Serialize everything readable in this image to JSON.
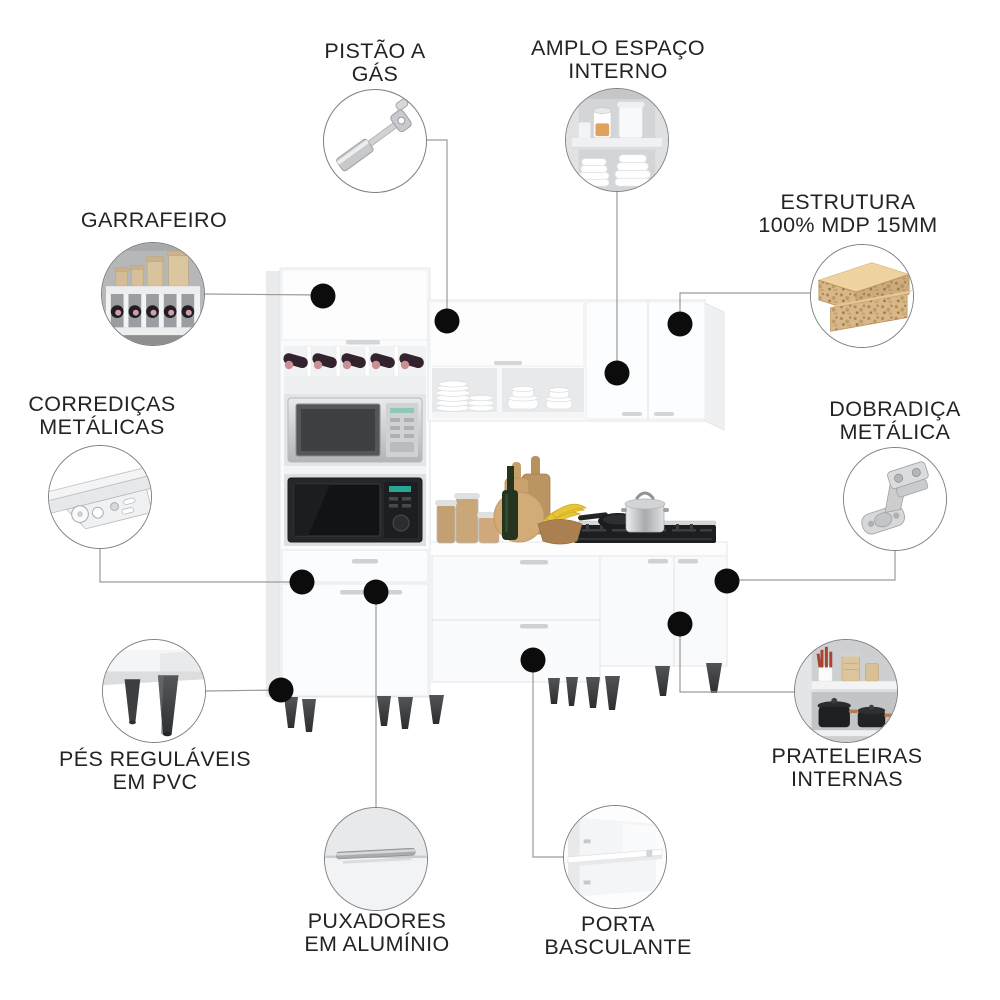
{
  "title": "Infográfico de características da cozinha compacta",
  "callouts": [
    {
      "id": "pistao-a-gas",
      "label": "PISTÃO A\nGÁS",
      "icon": "gas-piston-icon"
    },
    {
      "id": "amplo-espaco-interno",
      "label": "AMPLO ESPAÇO\nINTERNO",
      "icon": "wide-interior-icon"
    },
    {
      "id": "garrafeiro",
      "label": "GARRAFEIRO",
      "icon": "bottle-rack-icon"
    },
    {
      "id": "estrutura-mdp",
      "label": "ESTRUTURA\n100% MDP 15MM",
      "icon": "mdp-board-icon"
    },
    {
      "id": "corredicas-metalicas",
      "label": "CORREDIÇAS\nMETÁLICAS",
      "icon": "drawer-slide-icon"
    },
    {
      "id": "dobradica-metalica",
      "label": "DOBRADIÇA\nMETÁLICA",
      "icon": "metal-hinge-icon"
    },
    {
      "id": "pes-regulaveis",
      "label": "PÉS REGULÁVEIS\nEM PVC",
      "icon": "pvc-feet-icon"
    },
    {
      "id": "prateleiras-internas",
      "label": "PRATELEIRAS\nINTERNAS",
      "icon": "internal-shelves-icon"
    },
    {
      "id": "puxadores-aluminio",
      "label": "PUXADORES\nEM ALUMÍNIO",
      "icon": "aluminum-handle-icon"
    },
    {
      "id": "porta-basculante",
      "label": "PORTA\nBASCULANTE",
      "icon": "flip-door-icon"
    }
  ],
  "colors": {
    "label_text": "#232323",
    "connector_line": "#9a9a9a",
    "marker_dot": "#0c0c0c",
    "circle_border": "#7d7f82",
    "cabinet_white": "#fafbfc",
    "leg_dark": "#434547",
    "wood_tan": "#c9a276",
    "banana_yellow": "#e6c537"
  }
}
